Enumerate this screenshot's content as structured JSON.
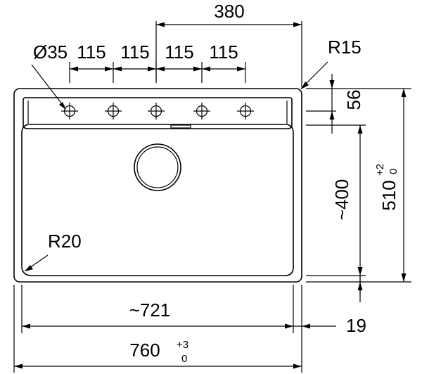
{
  "labels": {
    "width_top": "380",
    "hole_dia": "Ø35",
    "spacing_1": "115",
    "spacing_2": "115",
    "spacing_3": "115",
    "spacing_4": "115",
    "corner_outer": "R15",
    "corner_inner": "R20",
    "ledge_depth": "56",
    "bowl_depth": "~400",
    "overall_depth": "510",
    "overall_depth_tol_upper": "+2",
    "overall_depth_tol_lower": "0",
    "bowl_width": "~721",
    "overall_width": "760",
    "overall_width_tol_upper": "+3",
    "overall_width_tol_lower": "0",
    "rim_offset": "19"
  },
  "tap_holes": {
    "count": 5
  }
}
